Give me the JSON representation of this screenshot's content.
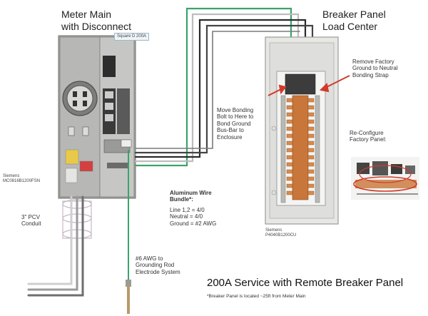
{
  "meter_main": {
    "title": "Meter Main\nwith Disconnect",
    "tag": "Square D 200A",
    "model": "Siemens\nMC0816B1200FSN"
  },
  "breaker_panel": {
    "title": "Breaker Panel\nLoad Center",
    "model": "Siemens\nP4040B1200CU"
  },
  "annotations": {
    "remove_ground": "Remove Factory\nGround to Neutral\nBonding Strap",
    "move_bonding": "Move Bonding\nBolt to Here to\nBond Ground\nBus-Bar  to\nEnclosure",
    "reconfigure": "Re-Configure\nFactory Panel:",
    "conduit": "3\"  PCV\nConduit",
    "grounding": "#6 AWG to\nGrounding Rod\nElectrode System"
  },
  "wire_bundle": {
    "heading": "Aluminum  Wire\nBundle*:",
    "lines": "Line 1,2 = 4/0\nNeutral  = 4/0\nGround = #2 AWG"
  },
  "footer": {
    "title": "200A Service with Remote Breaker Panel",
    "note": "*Breaker Panel is located ~25ft from Meter Main"
  },
  "colors": {
    "wire_green": "#3aa36a",
    "wire_black": "#2a2a2a",
    "wire_white": "#bbbbbb",
    "arrow_red": "#d13a2a",
    "panel_gray": "#a9aaa7",
    "bus_copper": "#c8763a"
  }
}
